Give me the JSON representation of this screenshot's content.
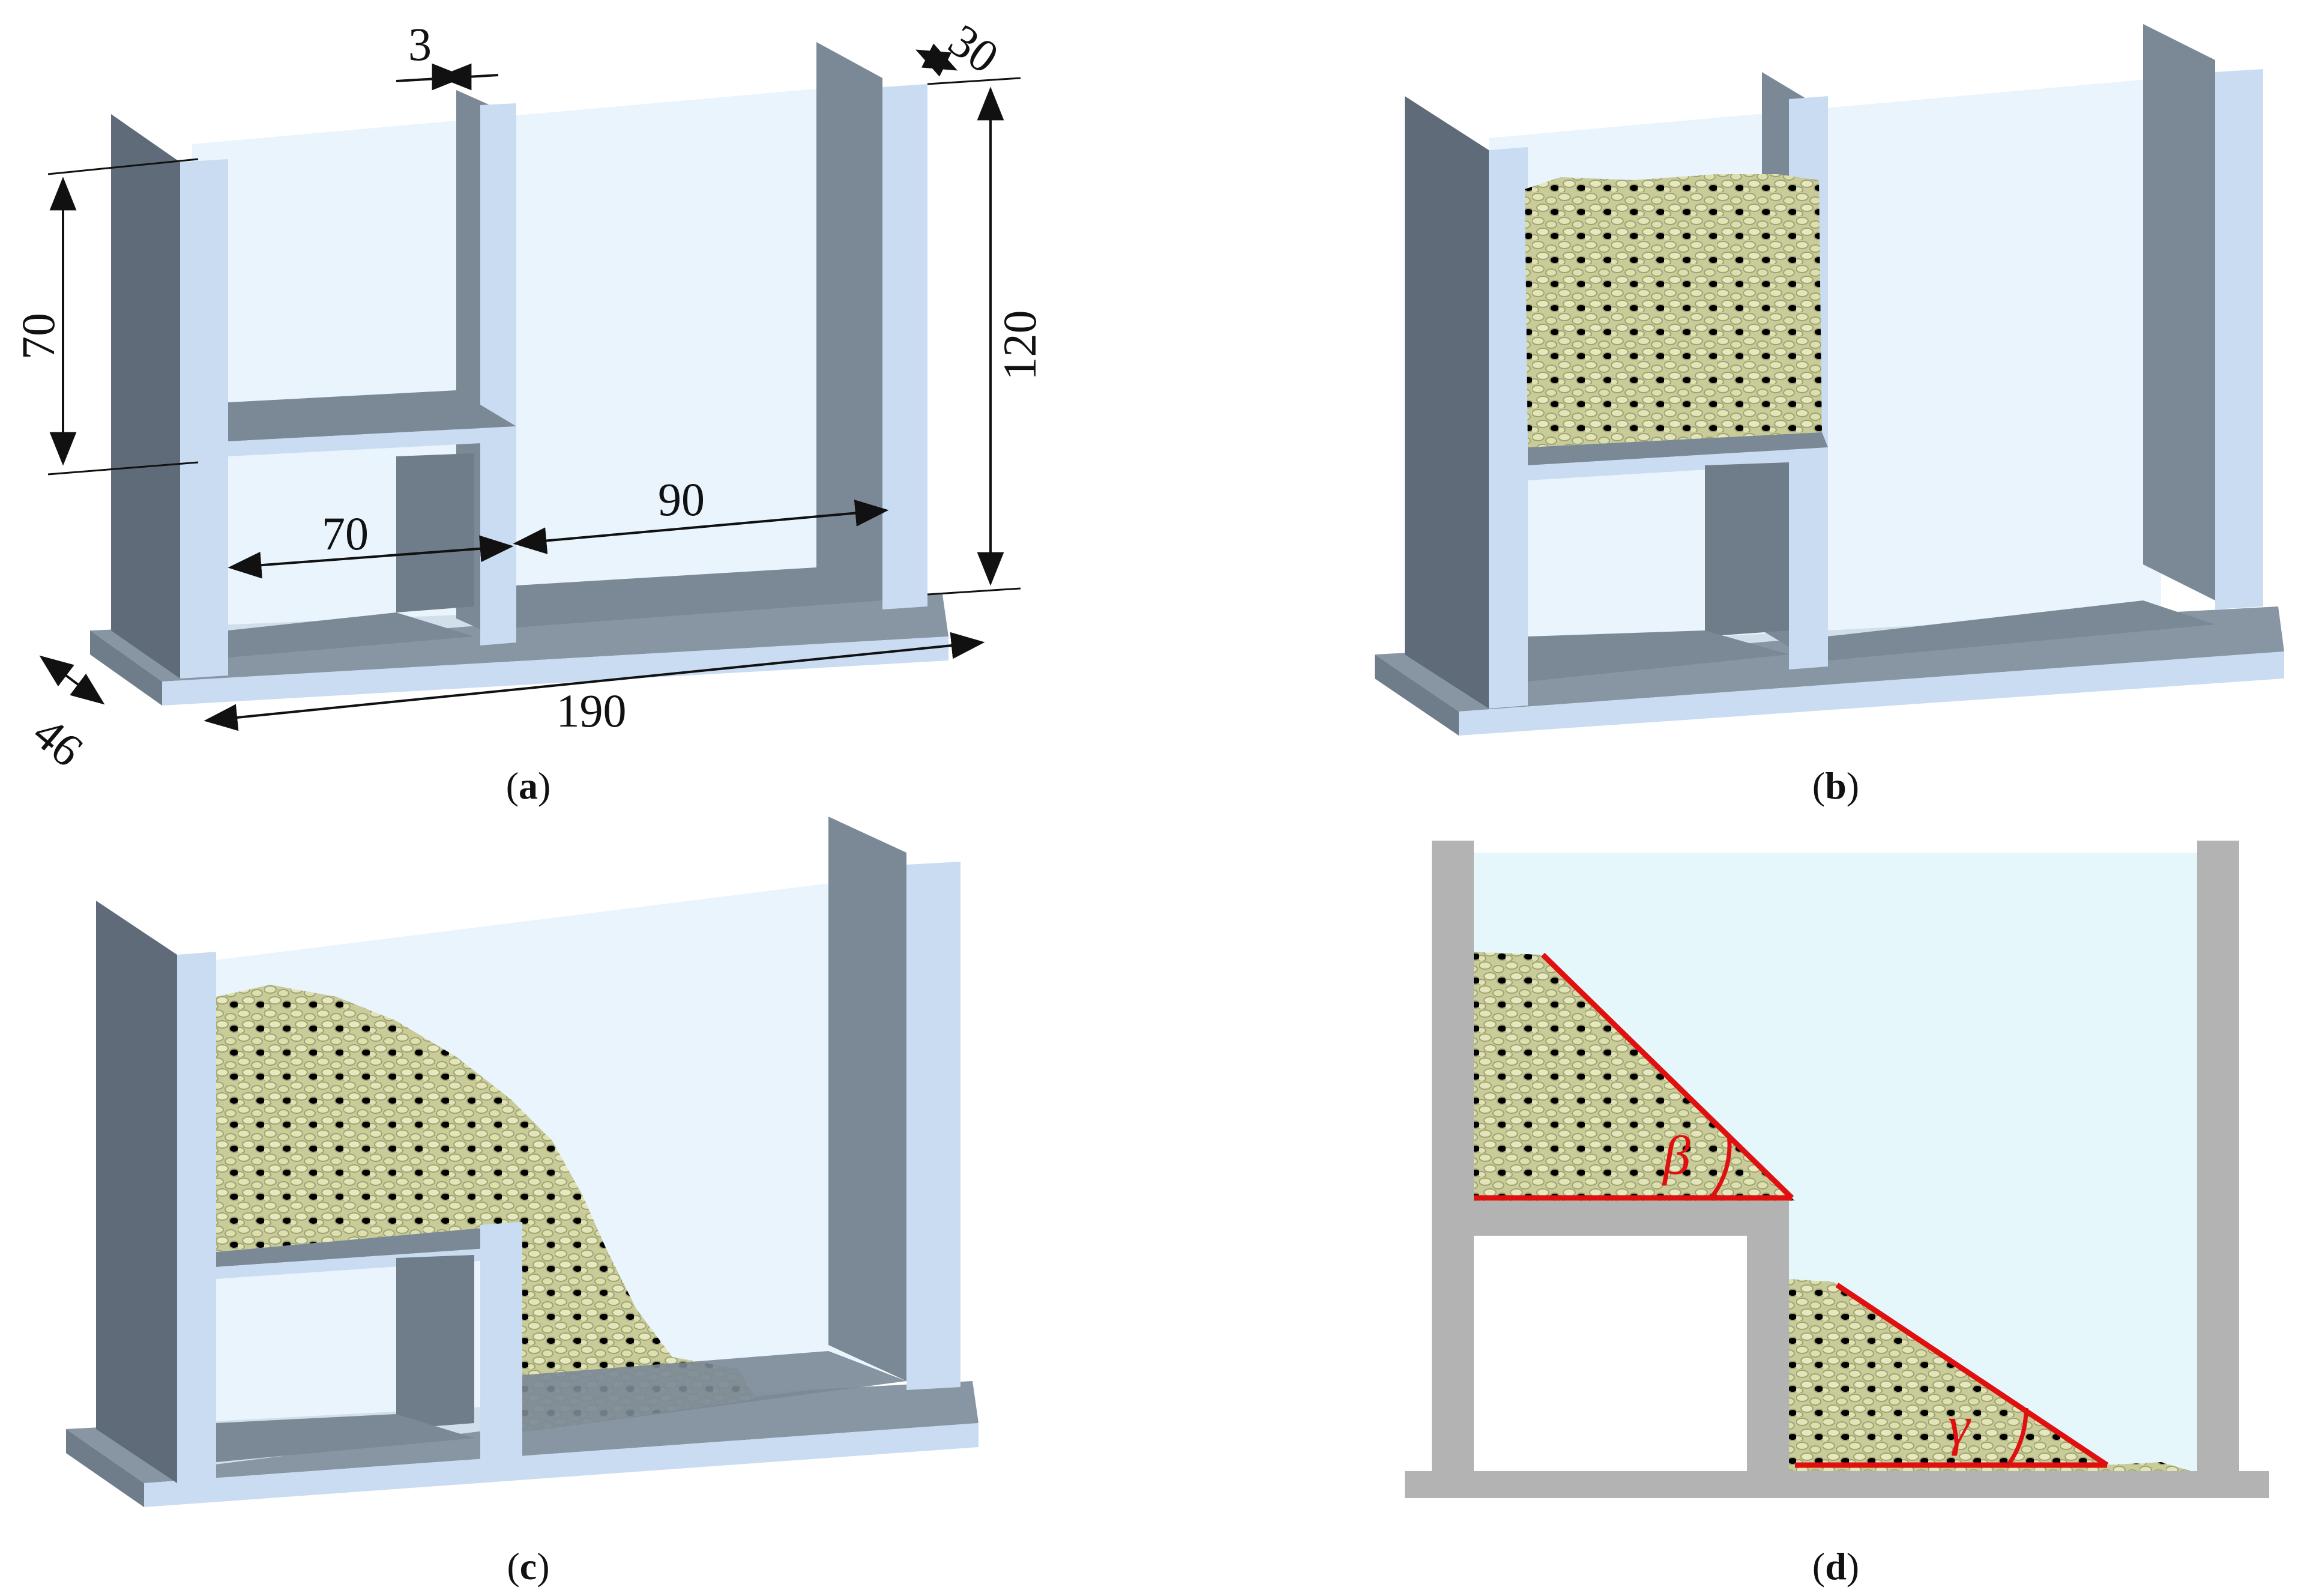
{
  "captions": {
    "a": "a",
    "b": "b",
    "c": "c",
    "d": "d"
  },
  "dimensions": {
    "gap_width": "3",
    "depth_top": "30",
    "upper_height": "70",
    "total_height": "120",
    "lower_left_width": "70",
    "lower_right_width": "90",
    "total_width": "190",
    "base_depth": "46"
  },
  "angles": {
    "upper": "β",
    "lower": "γ"
  },
  "colors": {
    "frame_dark": "#5f6b78",
    "frame_mid": "#7b8896",
    "frame_light": "#c9dcf2",
    "glass": "#e3f1fb",
    "granular": "#d7d9a8",
    "granular_edge": "#a9ac78",
    "cross_section_gray": "#b3b3b3",
    "cross_section_water": "#e6f7fc",
    "angle_lines": "#e01010"
  }
}
